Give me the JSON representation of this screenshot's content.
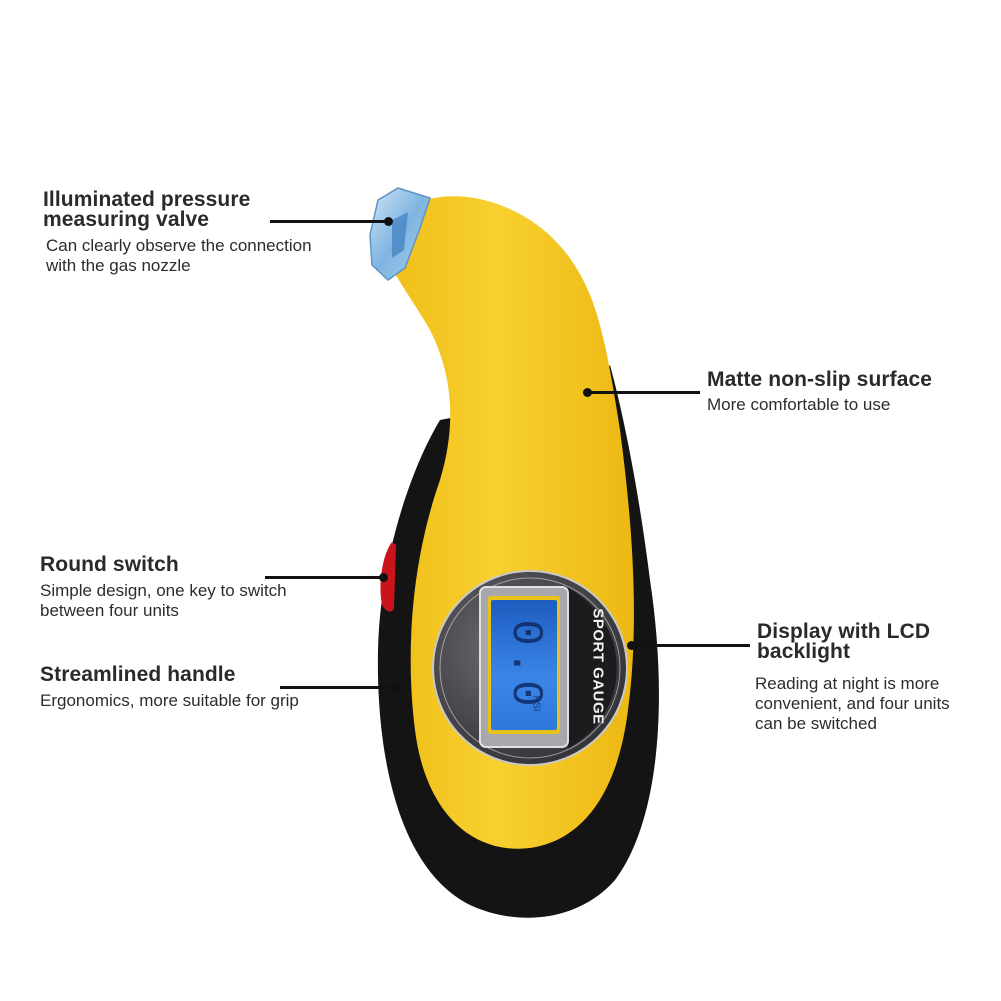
{
  "callouts": [
    {
      "id": "valve",
      "title_line1": "Illuminated pressure",
      "title_line2": "measuring valve",
      "desc_line1": "Can clearly observe the connection",
      "desc_line2": "with the gas nozzle"
    },
    {
      "id": "surface",
      "title_line1": "Matte non-slip surface",
      "desc_line1": "More comfortable to use"
    },
    {
      "id": "switch",
      "title_line1": "Round switch",
      "desc_line1": "Simple design, one key to switch",
      "desc_line2": "between four units"
    },
    {
      "id": "handle",
      "title_line1": "Streamlined handle",
      "desc_line1": "Ergonomics, more suitable for grip"
    },
    {
      "id": "display",
      "title_line1": "Display with LCD",
      "title_line2": "backlight",
      "desc_line1": "Reading at night is more",
      "desc_line2": "convenient, and four units",
      "desc_line3": "can be switched"
    }
  ],
  "device": {
    "brand_label": "SPORT GAUGE",
    "lcd_reading": "0.0",
    "lcd_unit": "PSI",
    "colors": {
      "body_yellow": "#F5C61E",
      "grip_black": "#141414",
      "button_red": "#C8141A",
      "valve_blue": "#8EC3E8",
      "lcd_blue": "#2E73D6",
      "bezel_gray": "#5A5A5E"
    }
  }
}
